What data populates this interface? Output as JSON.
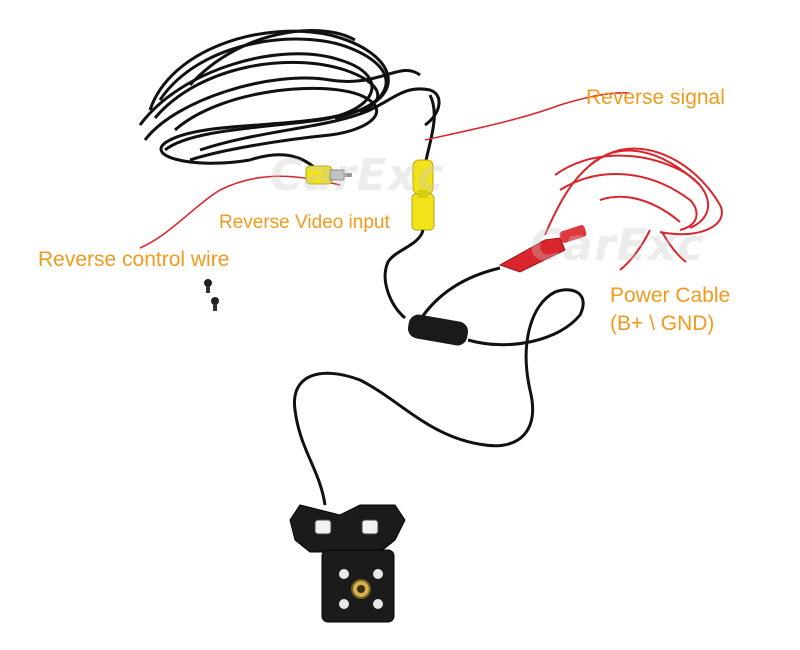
{
  "labels": {
    "reverse_signal": "Reverse signal",
    "reverse_video_input": "Reverse Video input",
    "reverse_control_wire": "Reverse control wire",
    "power_cable_line1": "Power Cable",
    "power_cable_line2": "(B+ \\ GND)"
  },
  "watermark": "CarExc",
  "colors": {
    "label_orange": "#f29a1e",
    "label_white": "#ffffff",
    "cable_black": "#111111",
    "wire_red": "#d8262c",
    "rca_yellow": "#f2e21a",
    "camera_body": "#1b1b1b"
  },
  "icons": [
    "screw-icon",
    "camera-icon",
    "rca-connector-icon"
  ]
}
